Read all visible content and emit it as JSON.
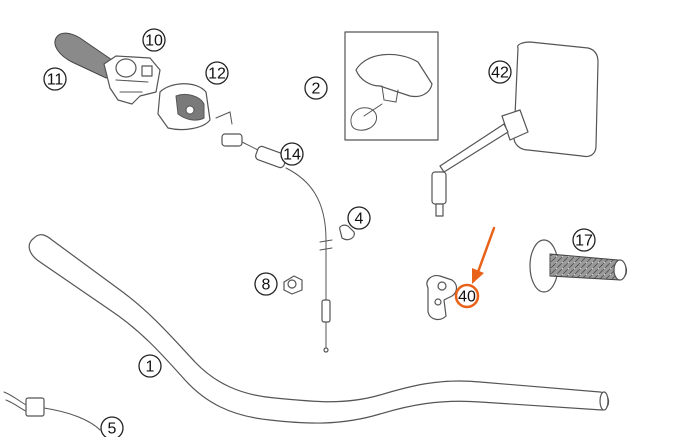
{
  "callouts": [
    {
      "label": "10"
    },
    {
      "label": "11"
    },
    {
      "label": "12"
    },
    {
      "label": "2"
    },
    {
      "label": "42"
    },
    {
      "label": "14"
    },
    {
      "label": "4"
    },
    {
      "label": "8"
    },
    {
      "label": "17"
    },
    {
      "label": "40"
    },
    {
      "label": "1"
    },
    {
      "label": "5"
    }
  ],
  "highlight": {
    "label": "40",
    "color": "#e8621a"
  }
}
